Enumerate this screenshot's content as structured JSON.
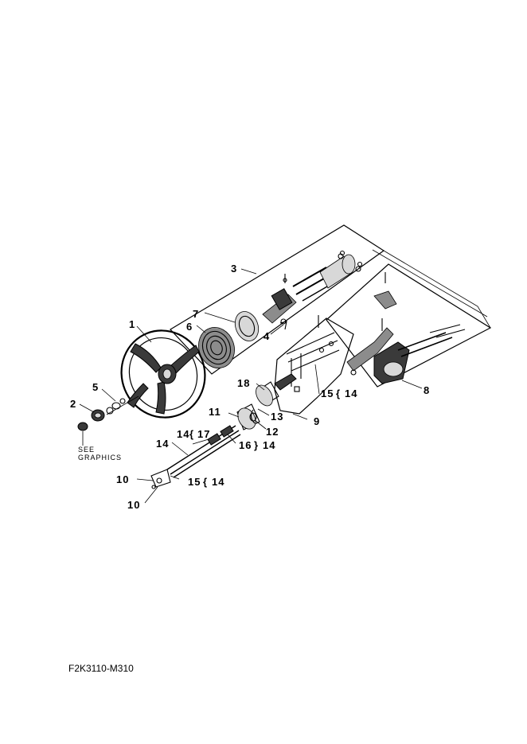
{
  "diagram": {
    "callouts": {
      "c1": "1",
      "c2": "2",
      "c3": "3",
      "c4": "4",
      "c5": "5",
      "c6": "6",
      "c7": "7",
      "c8": "8",
      "c9": "9",
      "c10a": "10",
      "c10b": "10",
      "c11": "11",
      "c12": "12",
      "c13": "13",
      "c14a": "14",
      "c14b": "14",
      "c14_17": "14",
      "c17": "17",
      "c15_14a": "15",
      "c14_after15a": "14",
      "c15_14b": "15",
      "c14_after15b": "14",
      "c16_14": "16",
      "c14_after16": "14",
      "c18": "18"
    },
    "note_line1": "SEE",
    "note_line2": "GRAPHICS",
    "figure_code": "F2K3110-M310"
  }
}
